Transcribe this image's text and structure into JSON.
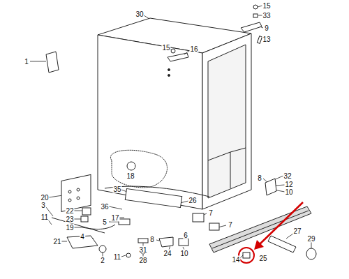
{
  "diagram": {
    "labels": [
      "15",
      "33",
      "30",
      "9",
      "13",
      "15",
      "16",
      "1",
      "18",
      "32",
      "8",
      "12",
      "10",
      "35",
      "26",
      "20",
      "3",
      "36",
      "22",
      "7",
      "23",
      "5",
      "17",
      "11",
      "7",
      "19",
      "4",
      "6",
      "27",
      "8",
      "21",
      "29",
      "31",
      "24",
      "10",
      "11",
      "2",
      "28",
      "14",
      "25"
    ]
  }
}
